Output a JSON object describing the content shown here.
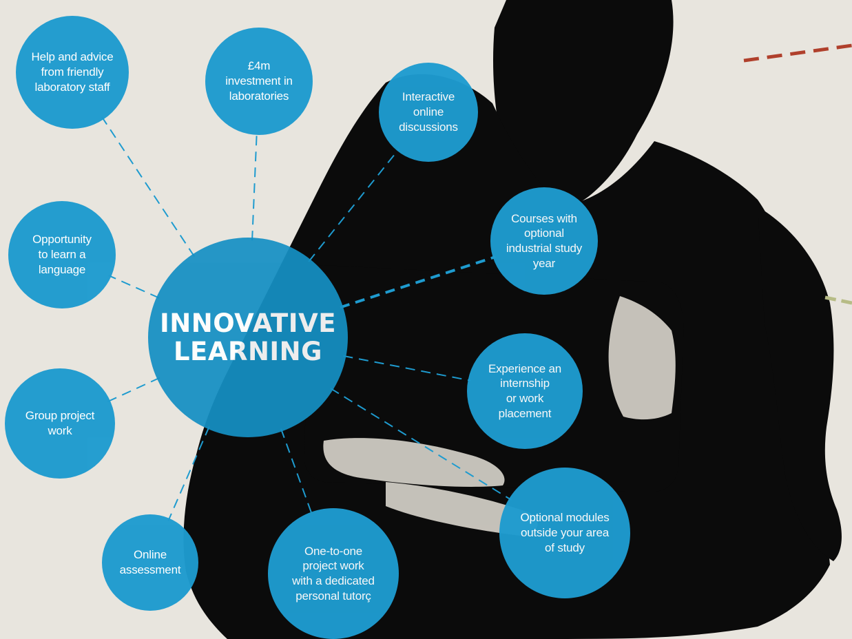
{
  "diagram": {
    "center": "INNOVATIVE\nLEARNING",
    "nodes": [
      {
        "id": "staff-help",
        "label": "Help and advice\nfrom friendly\nlaboratory staff"
      },
      {
        "id": "investment",
        "label": "£4m\ninvestment in\nlaboratories"
      },
      {
        "id": "online-discussions",
        "label": "Interactive\nonline\ndiscussions"
      },
      {
        "id": "industrial-year",
        "label": "Courses with\noptional\nindustrial study\nyear"
      },
      {
        "id": "language",
        "label": "Opportunity\nto learn a\nlanguage"
      },
      {
        "id": "internship",
        "label": "Experience an\ninternship\nor work\nplacement"
      },
      {
        "id": "group-project",
        "label": "Group project\nwork"
      },
      {
        "id": "optional-modules",
        "label": "Optional modules\noutside your area\nof study"
      },
      {
        "id": "online-assessment",
        "label": "Online\nassessment"
      },
      {
        "id": "one-to-one",
        "label": "One-to-one\nproject work\nwith a dedicated\npersonal tutorç"
      }
    ]
  },
  "colors": {
    "background": "#e8e5de",
    "bubble": "#1e9bcf",
    "hub": "#1590c4",
    "connector": "#1e9bcf",
    "accent_red": "#b0402c",
    "accent_olive": "#b7bc86",
    "silhouette": "#0b0b0b"
  }
}
